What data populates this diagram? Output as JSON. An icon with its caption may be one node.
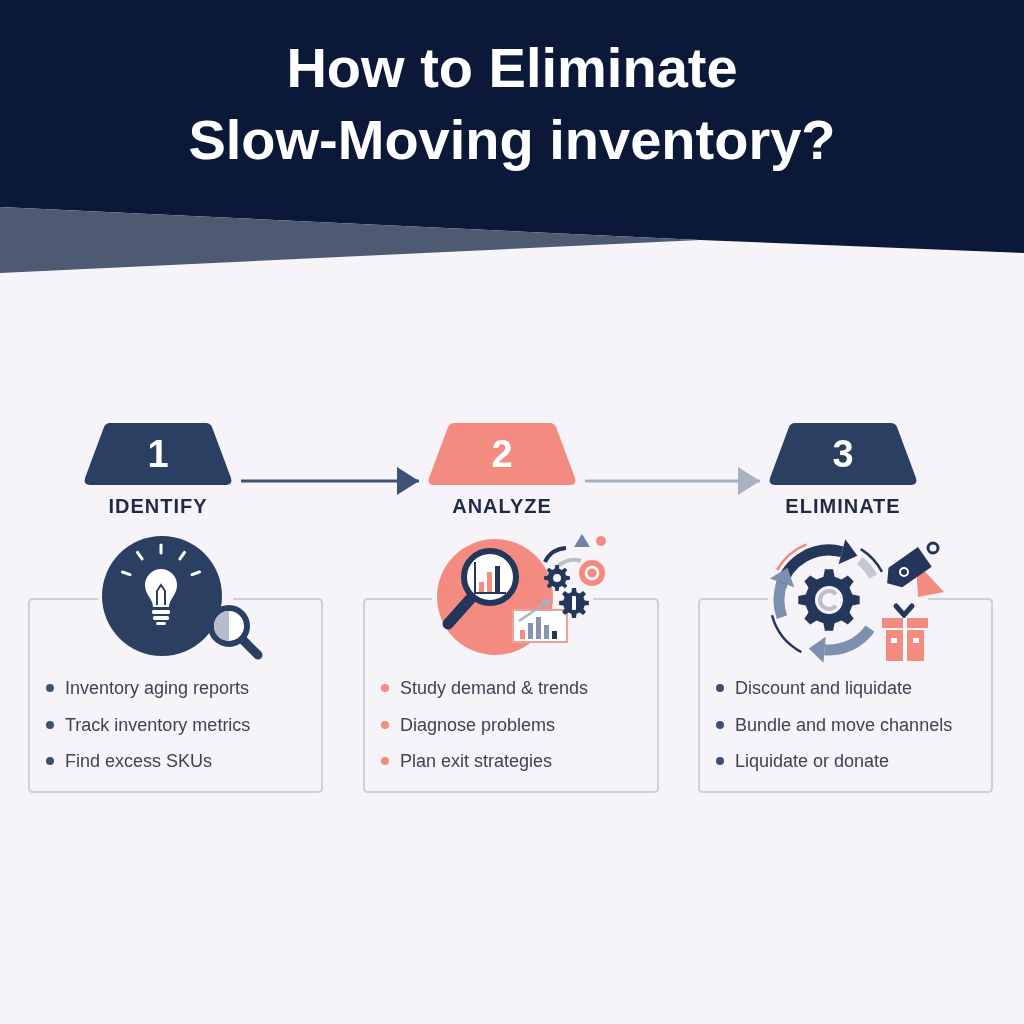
{
  "diagram": {
    "title": "How to Eliminate Slow-Moving inventory?",
    "nodes": [
      {
        "text": [
          "1"
        ],
        "beside": [
          "IDENTIFY"
        ]
      },
      {
        "text": [
          "Inventory aging reports",
          "Track inventory metrics",
          "Find excess SKUs"
        ]
      },
      {
        "text": [
          "2"
        ],
        "beside": [
          "ANALYZE"
        ]
      },
      {
        "text": [
          "Study demand & trends",
          "Diagnose problems",
          "Plan exit strategies"
        ]
      },
      {
        "text": [
          "3"
        ],
        "beside": [
          "ELIMINATE"
        ]
      },
      {
        "text": [
          "Discount and liquidate",
          "Bundle and move channels",
          "Liquidate or donate"
        ]
      }
    ],
    "edges": [
      {
        "from": 0,
        "to": 2,
        "arrow": "to"
      },
      {
        "from": 2,
        "to": 4,
        "arrow": "to",
        "color": "#a7b1c3"
      }
    ]
  }
}
